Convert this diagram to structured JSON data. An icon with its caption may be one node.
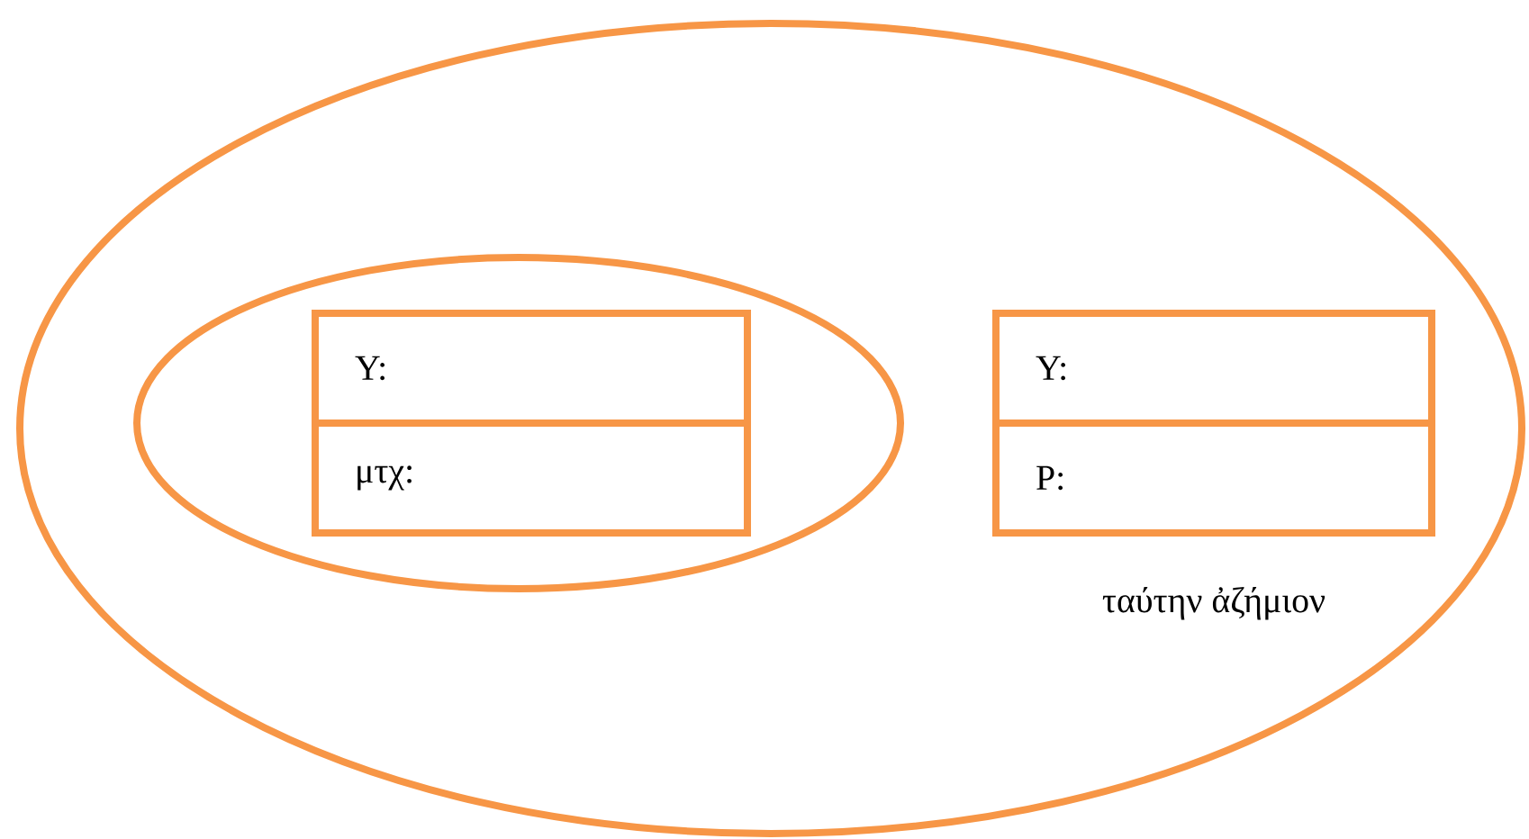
{
  "diagram": {
    "nodes": [
      {
        "text": [],
        "shape": "ellipse"
      },
      {
        "text": [],
        "shape": "ellipse",
        "in": 0
      },
      {
        "text": [
          "Y:"
        ],
        "in": 1
      },
      {
        "text": [
          "μτχ:"
        ],
        "in": 1
      },
      {
        "text": [
          "Y:"
        ],
        "in": 0
      },
      {
        "text": [
          "P:"
        ],
        "in": 0,
        "beside": [
          "ταύτην ἀζήμιον"
        ]
      }
    ]
  }
}
